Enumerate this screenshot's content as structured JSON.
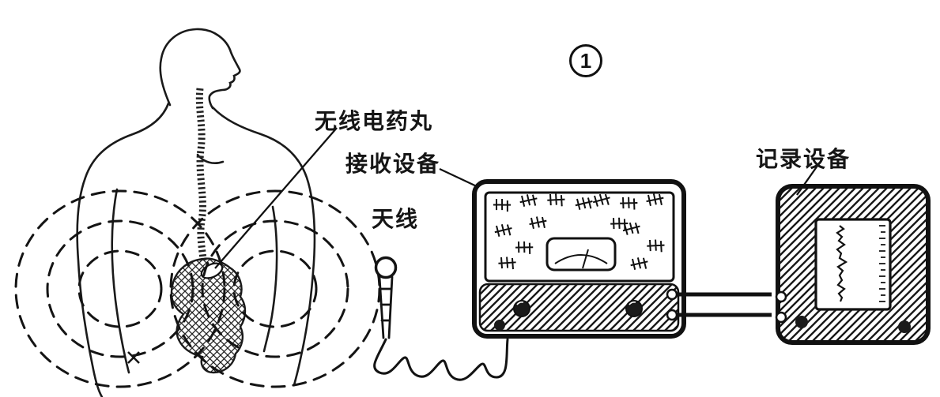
{
  "figure": {
    "number": "1",
    "labels": {
      "radio_pill": "无线电药丸",
      "receiver": "接收设备",
      "antenna": "天线",
      "recorder": "记录设备"
    }
  },
  "colors": {
    "ink": "#151515",
    "paper": "#ffffff"
  }
}
